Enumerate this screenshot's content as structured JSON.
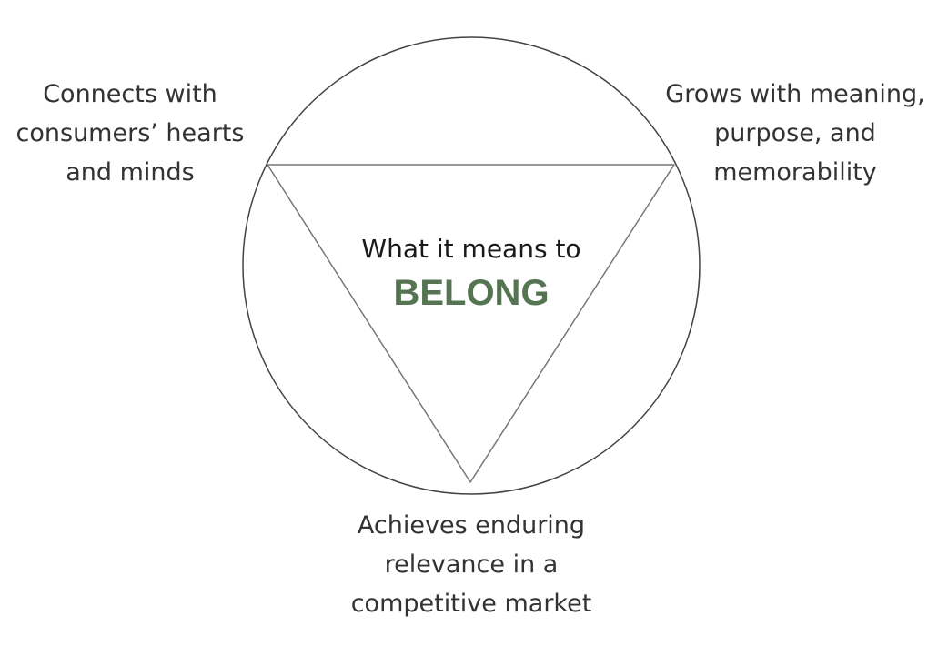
{
  "diagram": {
    "center": {
      "subtitle": "What it means to",
      "title": "BELONG",
      "title_color": "#557451"
    },
    "vertices": {
      "top_left": {
        "lines": [
          "Connects with",
          "consumers’ hearts",
          "and minds"
        ]
      },
      "top_right": {
        "lines": [
          "Grows with meaning,",
          "purpose, and",
          "memorability"
        ]
      },
      "bottom": {
        "lines": [
          "Achieves enduring",
          "relevance in a",
          "competitive market"
        ]
      }
    },
    "colors": {
      "circle_stroke": "#444444",
      "triangle_stroke": "#777777",
      "text": "#333333"
    }
  }
}
